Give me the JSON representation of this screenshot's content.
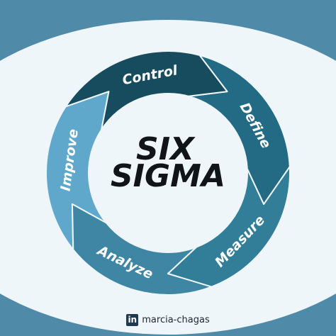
{
  "center_title": {
    "line1": "SIX",
    "line2": "SIGMA"
  },
  "phases": [
    {
      "label": "Define",
      "color": "#236a84"
    },
    {
      "label": "Measure",
      "color": "#327e99"
    },
    {
      "label": "Analyze",
      "color": "#3f86a4"
    },
    {
      "label": "Improve",
      "color": "#5fa8cc"
    },
    {
      "label": "Control",
      "color": "#174b5e"
    }
  ],
  "colors": {
    "frame": "#4f8aa8",
    "background": "#eef6fa",
    "ring_base": "#0f3b4c",
    "center_text": "#111418"
  },
  "credit": {
    "icon": "linkedin-icon",
    "icon_text": "in",
    "handle": "marcia-chagas"
  }
}
